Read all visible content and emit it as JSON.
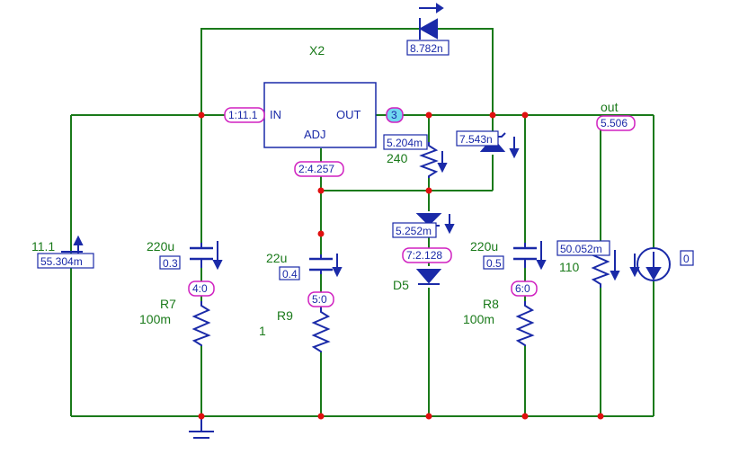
{
  "chip": {
    "ref": "X2",
    "pin_in": "IN",
    "pin_out": "OUT",
    "pin_adj": "ADJ"
  },
  "source": {
    "voltage": "11.1",
    "current_probe": "55.304m"
  },
  "c3": {
    "value": "220u",
    "id": "0.3"
  },
  "r7": {
    "ref": "R7",
    "value": "100m"
  },
  "c4": {
    "value": "22u",
    "id": "0.4"
  },
  "r9": {
    "ref": "R9",
    "value": "1"
  },
  "r240": {
    "value": "240",
    "current": "5.204m"
  },
  "d5": {
    "ref": "D5",
    "current": "5.252m"
  },
  "c5": {
    "value": "220u",
    "id": "0.5"
  },
  "r8": {
    "ref": "R8",
    "value": "100m"
  },
  "pot": {
    "value": "110",
    "current": "50.052m"
  },
  "isrc": {
    "value": "0"
  },
  "diode_top": {
    "current": "8.782n"
  },
  "zener_right": {
    "current": "7.543n"
  },
  "nodes": {
    "n1": "1:11.1",
    "n2": "2:4.257",
    "n3": "3",
    "n4": "4:0",
    "n5": "5:0",
    "n6": "6:0",
    "n7": "7:2.128",
    "out_label": "out",
    "out_value": "5.506"
  }
}
